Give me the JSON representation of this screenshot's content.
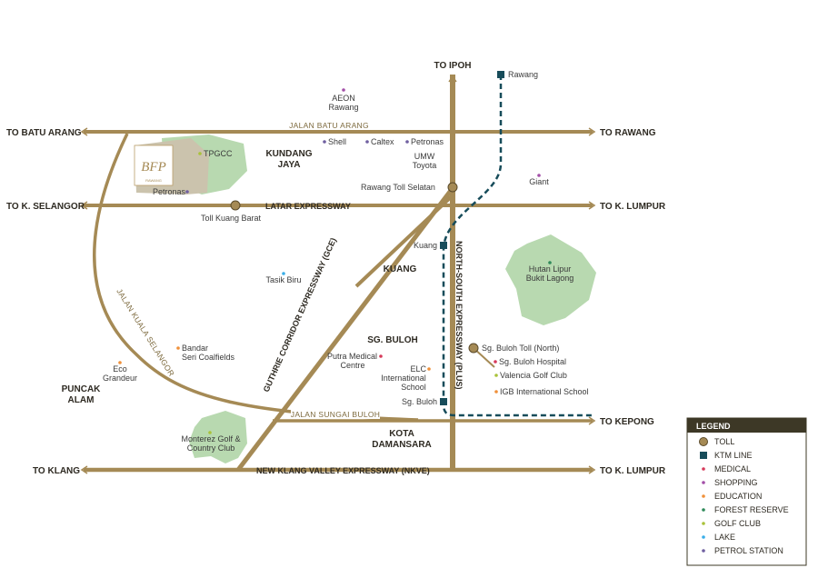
{
  "colors": {
    "road": "#a58a55",
    "ktm": "#174c5a",
    "forest": "#b8d9b0",
    "site": "#c9c1ab",
    "toll": "#a58a55",
    "medical": "#d63a5a",
    "shopping": "#a34fa8",
    "education": "#f0903a",
    "forest_reserve": "#2f8a5a",
    "golf_club": "#a9c23a",
    "lake": "#3aaee8",
    "petrol_station": "#6f5fa0",
    "legend_header": "#3d3826"
  },
  "directions": {
    "to_ipoh": "TO IPOH",
    "to_batu_arang": "TO BATU ARANG",
    "to_rawang": "TO RAWANG",
    "to_k_selangor": "TO K. SELANGOR",
    "to_k_lumpur_mid": "TO K. LUMPUR",
    "to_kepong": "TO KEPONG",
    "to_klang": "TO KLANG",
    "to_k_lumpur_bottom": "TO K. LUMPUR"
  },
  "roads": {
    "jalan_batu_arang": "JALAN BATU ARANG",
    "latar_expressway": "LATAR EXPRESSWAY",
    "jalan_sungai_buloh": "JALAN SUNGAI BULOH",
    "nkve": "NEW KLANG VALLEY EXPRESSWAY (NKVE)",
    "gce": "GUTHRIE CORRIDOR EXPRESSWAY (GCE)",
    "plus": "NORTH-SOUTH EXPRESSWAY (PLUS)",
    "jalan_kuala_selangor": "JALAN KUALA SELANGOR"
  },
  "areas": {
    "kundang_1": "KUNDANG",
    "kundang_2": "JAYA",
    "kuang": "KUANG",
    "sg_buloh": "SG. BULOH",
    "puncak_1": "PUNCAK",
    "puncak_2": "ALAM",
    "kota_1": "KOTA",
    "kota_2": "DAMANSARA"
  },
  "places": {
    "aeon_1": "AEON",
    "aeon_2": "Rawang",
    "shell": "Shell",
    "caltex": "Caltex",
    "petronas_top": "Petronas",
    "umw_1": "UMW",
    "umw_2": "Toyota",
    "rawang_toll": "Rawang Toll Selatan",
    "giant": "Giant",
    "tpgcc": "TPGCC",
    "petronas_site": "Petronas",
    "toll_kuang_barat": "Toll Kuang Barat",
    "tasik_biru": "Tasik Biru",
    "hutan_1": "Hutan Lipur",
    "hutan_2": "Bukit Lagong",
    "bandar_1": "Bandar",
    "bandar_2": "Seri Coalfields",
    "eco_1": "Eco",
    "eco_2": "Grandeur",
    "putra_1": "Putra Medical",
    "putra_2": "Centre",
    "elc_1": "ELC",
    "elc_2": "International",
    "elc_3": "School",
    "sg_buloh_toll": "Sg. Buloh Toll (North)",
    "sg_buloh_hospital": "Sg. Buloh Hospital",
    "valencia": "Valencia Golf Club",
    "igb": "IGB International School",
    "monterez_1": "Monterez Golf &",
    "monterez_2": "Country Club"
  },
  "ktm": {
    "rawang": "Rawang",
    "kuang": "Kuang",
    "sg_buloh": "Sg. Buloh"
  },
  "logo": {
    "monogram": "BFP",
    "tagline": "RAWANG"
  },
  "legend": {
    "title": "LEGEND",
    "items": [
      {
        "label": "TOLL",
        "symbol": "toll",
        "color": "#a58a55"
      },
      {
        "label": "KTM LINE",
        "symbol": "square",
        "color": "#174c5a"
      },
      {
        "label": "MEDICAL",
        "symbol": "dot",
        "color": "#d63a5a"
      },
      {
        "label": "SHOPPING",
        "symbol": "dot",
        "color": "#a34fa8"
      },
      {
        "label": "EDUCATION",
        "symbol": "dot",
        "color": "#f0903a"
      },
      {
        "label": "FOREST RESERVE",
        "symbol": "dot",
        "color": "#2f8a5a"
      },
      {
        "label": "GOLF CLUB",
        "symbol": "dot",
        "color": "#a9c23a"
      },
      {
        "label": "LAKE",
        "symbol": "dot",
        "color": "#3aaee8"
      },
      {
        "label": "PETROL STATION",
        "symbol": "dot",
        "color": "#6f5fa0"
      }
    ]
  }
}
